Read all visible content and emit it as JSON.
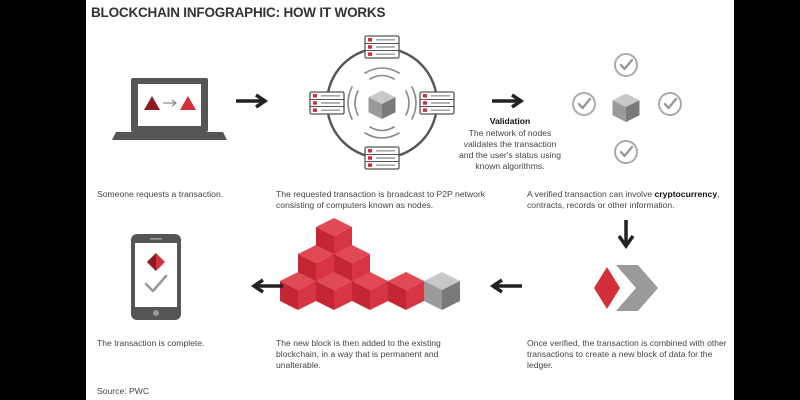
{
  "title": "BLOCKCHAIN INFOGRAPHIC: HOW IT WORKS",
  "steps": {
    "request": "Someone requests a transaction.",
    "broadcast": "The requested transaction is broadcast to P2P network consisting of computers known as nodes.",
    "validation_heading": "Validation",
    "validation_text": "The network of nodes validates the transaction and the user's status using known algorithms.",
    "verified_prefix": "A verified transaction can involve ",
    "verified_highlight": "cryptocurrency",
    "verified_suffix": ", contracts, records or other information.",
    "combined": "Once verified, the transaction is combined with other transactions to create a new block of data for the ledger.",
    "added": "The new block is then added to the existing blockchain, in a way that is permanent and unalterable.",
    "complete": "The transaction is complete."
  },
  "source": "Source: PWC",
  "colors": {
    "red": "#d32f3a",
    "dark_red": "#8e1a24",
    "gray": "#9a9a9a",
    "dark_gray": "#555555",
    "text": "#444444"
  },
  "icons": [
    "laptop-icon",
    "server-icon",
    "wifi-signal-icon",
    "cube-icon",
    "checkmark-icon",
    "red-gray-block-icon",
    "blockchain-cubes-icon",
    "smartphone-icon",
    "arrow-icon"
  ]
}
